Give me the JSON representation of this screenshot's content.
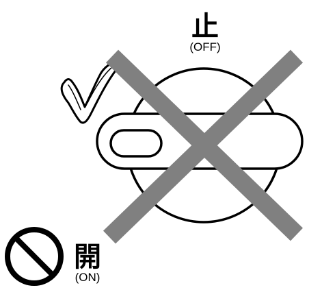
{
  "labels": {
    "off_kanji": "止",
    "off_text": "(OFF)",
    "on_kanji": "開",
    "on_text": "(ON)"
  },
  "colors": {
    "outline": "#000000",
    "cross": "#808080",
    "background": "#ffffff"
  },
  "icons": {
    "checkmark": "check-icon",
    "prohibition": "no-entry-icon",
    "cross": "x-mark-icon"
  }
}
